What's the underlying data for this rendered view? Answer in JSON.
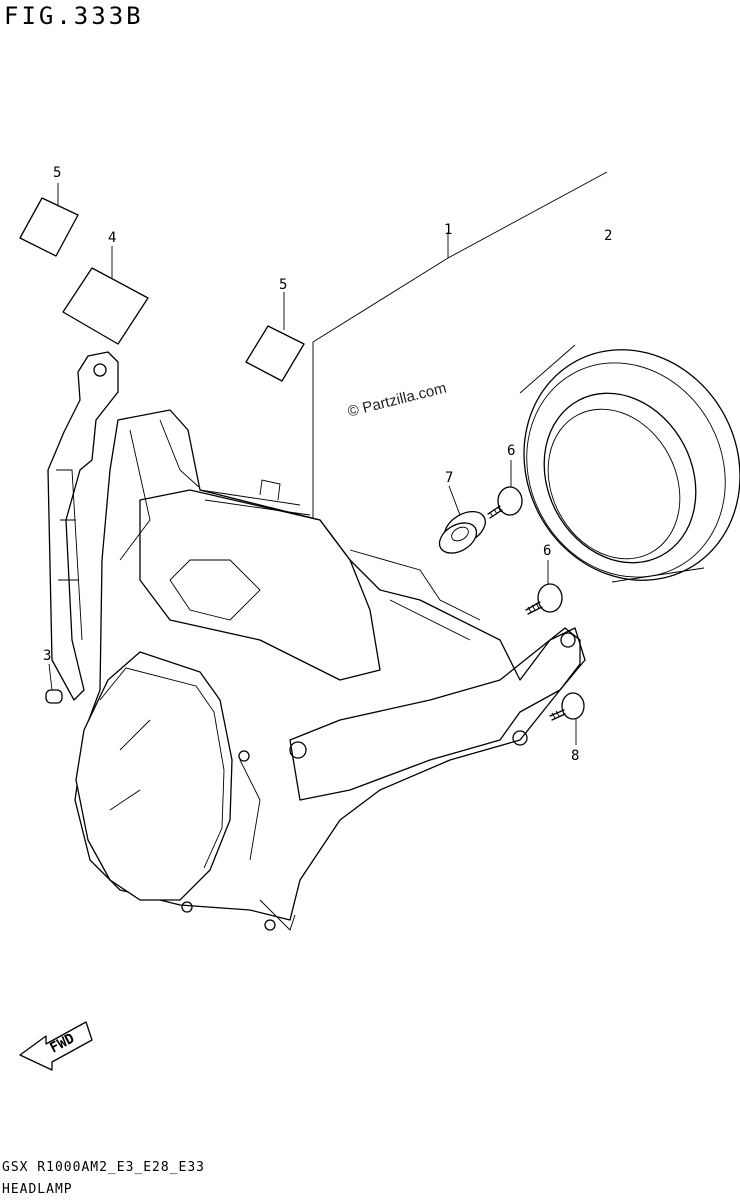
{
  "figure": {
    "title": "FIG.333B",
    "watermark": "© Partzilla.com",
    "model_code": "GSX R1000AM2_E3_E28_E33",
    "section_name": "HEADLAMP",
    "fwd_label": "FWD"
  },
  "callouts": [
    {
      "id": "callout-5-left",
      "text": "5"
    },
    {
      "id": "callout-4",
      "text": "4"
    },
    {
      "id": "callout-5-center",
      "text": "5"
    },
    {
      "id": "callout-1",
      "text": "1"
    },
    {
      "id": "callout-2",
      "text": "2"
    },
    {
      "id": "callout-7",
      "text": "7"
    },
    {
      "id": "callout-6-upper",
      "text": "6"
    },
    {
      "id": "callout-6-lower",
      "text": "6"
    },
    {
      "id": "callout-3",
      "text": "3"
    },
    {
      "id": "callout-8",
      "text": "8"
    }
  ]
}
